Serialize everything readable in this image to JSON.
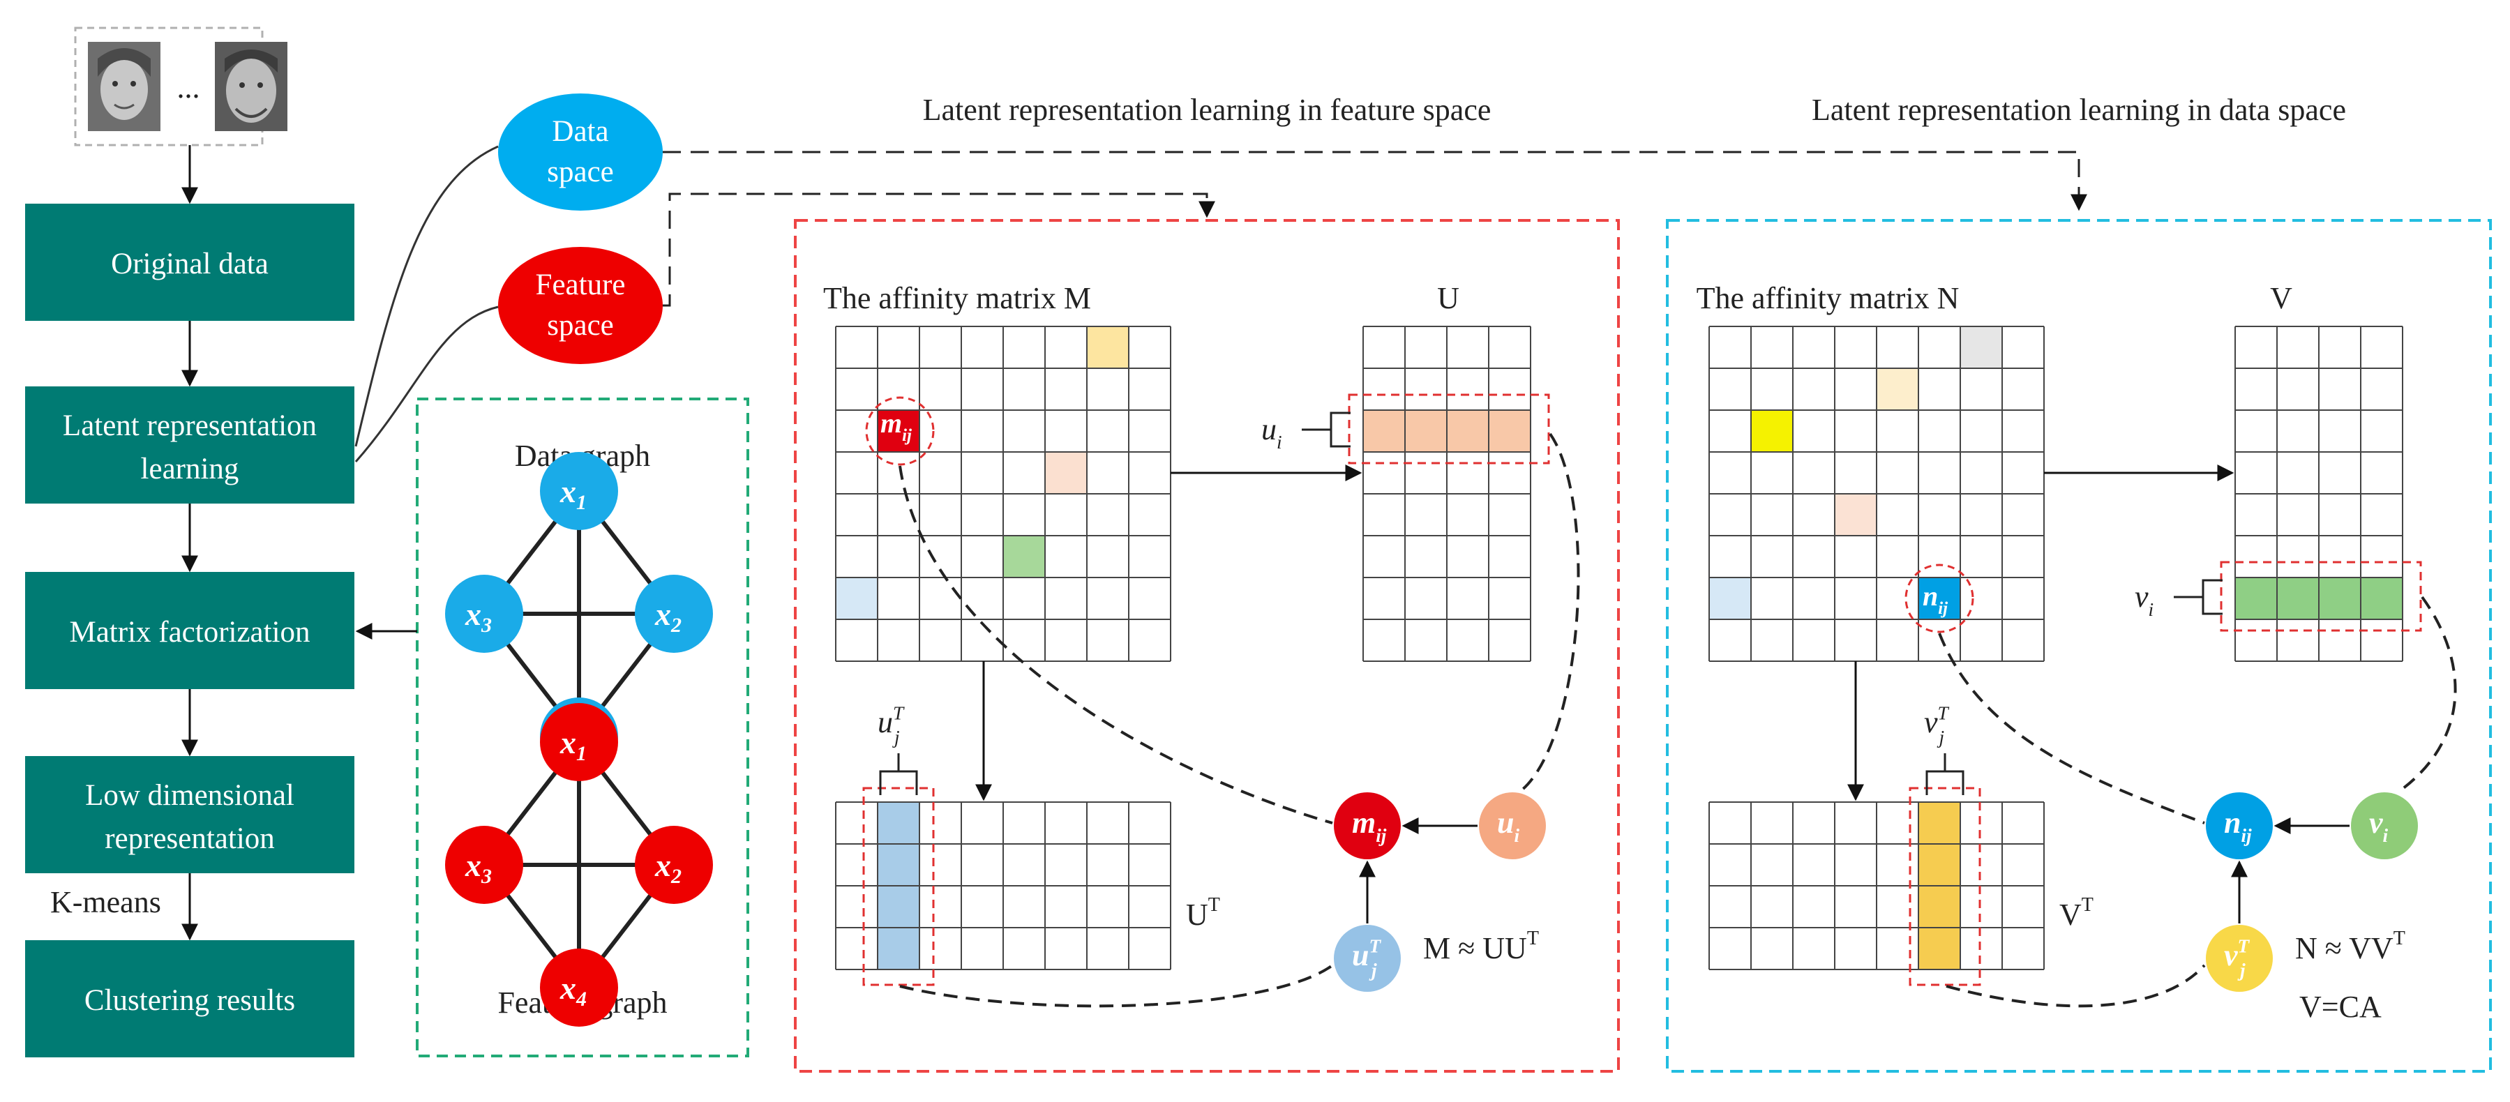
{
  "flow_steps": [
    {
      "line1": "Original data",
      "line2": ""
    },
    {
      "line1": "Latent representation",
      "line2": "learning"
    },
    {
      "line1": "Matrix factorization",
      "line2": ""
    },
    {
      "line1": "Low dimensional",
      "line2": "representation"
    },
    {
      "line1": "Clustering results",
      "line2": ""
    }
  ],
  "ellipsis": "...",
  "kmeans_label": "K-means",
  "spaces": {
    "data": {
      "line1": "Data",
      "line2": "space",
      "color": "#00adef"
    },
    "feature": {
      "line1": "Feature",
      "line2": "space",
      "color": "#ee0000"
    }
  },
  "graphs": {
    "data_title": "Data graph",
    "feature_title": "Feature graph",
    "node_labels": [
      "x1",
      "x2",
      "x3",
      "x4"
    ],
    "data_color": "#1aabe8",
    "feature_color": "#ee0000"
  },
  "feature_space": {
    "heading": "Latent representation learning in feature space",
    "affinity_title": "The affinity matrix M",
    "matrix_U_title": "U",
    "matrix_UT_label": "U",
    "sup_T": "T",
    "row_label": "u",
    "row_sub": "i",
    "col_label": "u",
    "col_sub": "j",
    "col_sup": "T",
    "elem_label": "m",
    "elem_sub": "ij",
    "equation": "M ≈ UU",
    "equation_sup": "T",
    "highlight_color": "#f8c8a8",
    "column_color": "#a8cce8",
    "node_m_color": "#e00010",
    "node_u_color": "#f5a882",
    "node_uT_color": "#96c2e6"
  },
  "data_space": {
    "heading": "Latent representation learning in data space",
    "affinity_title": "The affinity matrix N",
    "matrix_V_title": "V",
    "matrix_VT_label": "V",
    "sup_T": "T",
    "row_label": "v",
    "row_sub": "i",
    "col_label": "v",
    "col_sub": "j",
    "col_sup": "T",
    "elem_label": "n",
    "elem_sub": "ij",
    "equation": "N ≈ VV",
    "equation_sup": "T",
    "equation2": "V=CA",
    "highlight_color": "#8fcf85",
    "column_color": "#f6cc50",
    "node_n_color": "#00a0e4",
    "node_v_color": "#8fcc78",
    "node_vT_color": "#f8d848"
  },
  "colors": {
    "teal": "#007b73",
    "red_frame": "#ee4444",
    "blue_frame": "#22bde0",
    "green_frame": "#22aa77"
  }
}
